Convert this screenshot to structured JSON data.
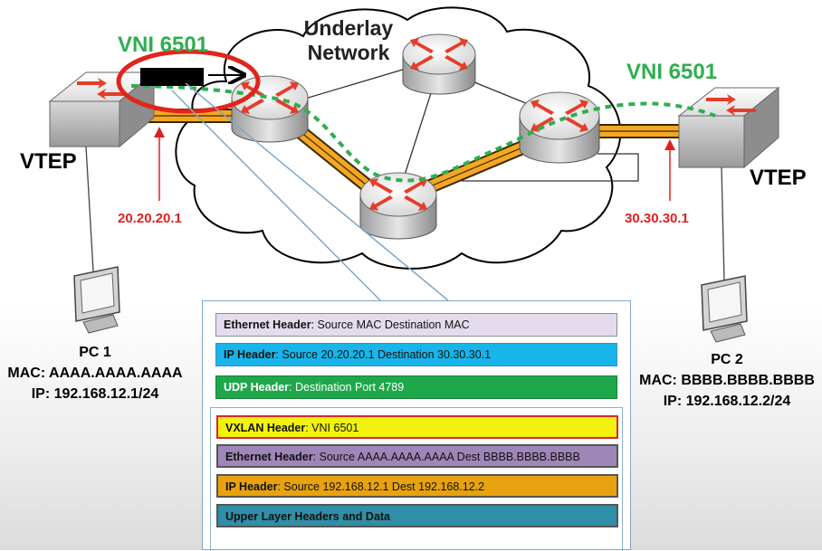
{
  "diagram": {
    "cloud_title_line1": "Underlay",
    "cloud_title_line2": "Network",
    "vni_left": "VNI 6501",
    "vni_right": "VNI 6501",
    "vtep_left": "VTEP",
    "vtep_right": "VTEP",
    "vtep_left_ip": "20.20.20.1",
    "vtep_right_ip": "30.30.30.1",
    "pc1": {
      "name": "PC 1",
      "mac": "MAC: AAAA.AAAA.AAAA",
      "ip": "IP: 192.168.12.1/24"
    },
    "pc2": {
      "name": "PC 2",
      "mac": "MAC: BBBB.BBBB.BBBB",
      "ip": "IP: 192.168.12.2/24"
    },
    "colors": {
      "vni_green": "#2fae4f",
      "ip_red": "#e02020",
      "tunnel_orange": "#f5a623",
      "highlight_red": "#e0251b"
    }
  },
  "packet": {
    "ethernet_outer": {
      "name": "Ethernet Header",
      "detail": ": Source MAC Destination MAC",
      "color": "#e4dcec"
    },
    "ip_outer": {
      "name": "IP Header",
      "detail": ": Source 20.20.20.1 Destination 30.30.30.1",
      "color": "#17b5ea"
    },
    "udp": {
      "name": "UDP Header",
      "detail": ": Destination Port 4789",
      "color": "#1fa84a"
    },
    "vxlan": {
      "name": "VXLAN Header",
      "detail": ": VNI 6501",
      "color": "#f2f20e"
    },
    "ethernet_inner": {
      "name": "Ethernet Header",
      "detail": ": Source AAAA.AAAA.AAAA Dest BBBB.BBBB.BBBB",
      "color": "#9f86b8"
    },
    "ip_inner": {
      "name": "IP Header",
      "detail": ": Source 192.168.12.1 Dest 192.168.12.2",
      "color": "#e7a20f"
    },
    "upper": {
      "name": "Upper Layer Headers and Data",
      "color": "#2f8fa6"
    }
  }
}
